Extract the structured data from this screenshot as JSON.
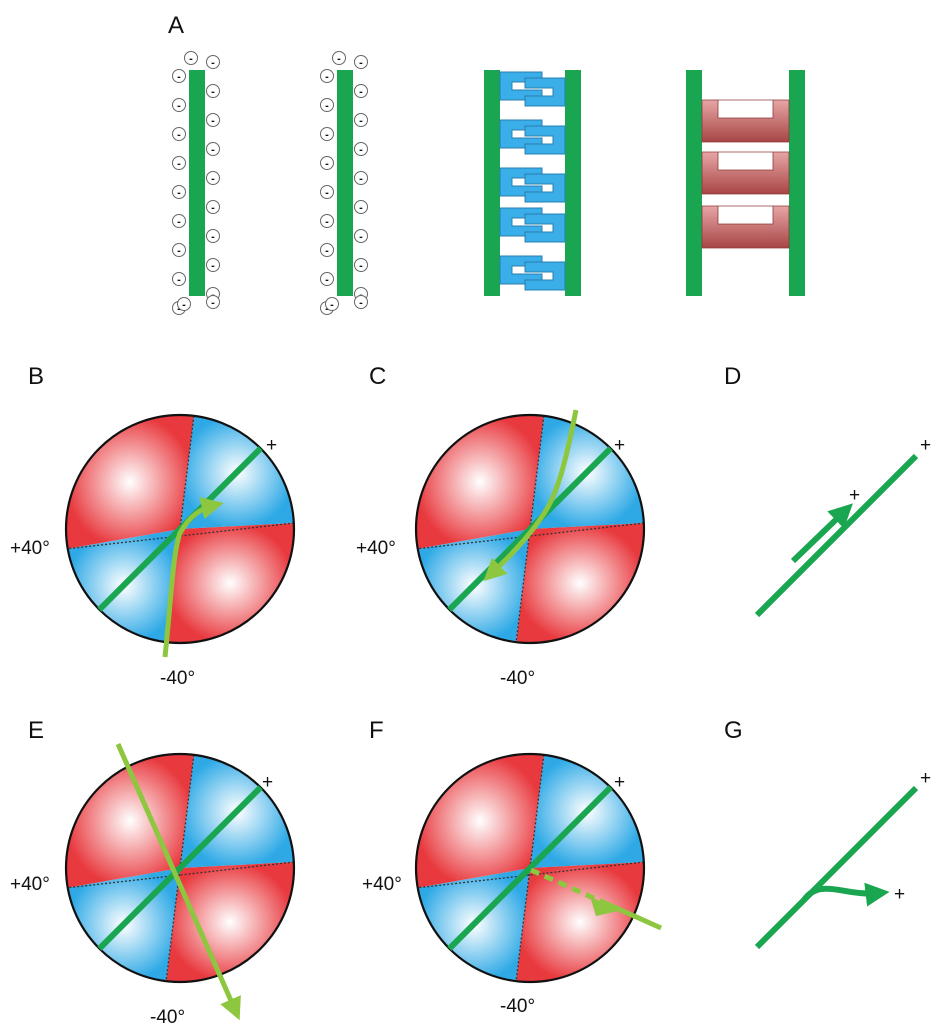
{
  "panels": {
    "A": {
      "letter": "A"
    },
    "B": {
      "letter": "B",
      "angle_left": "+40°",
      "angle_bottom": "-40°",
      "plus": "+"
    },
    "C": {
      "letter": "C",
      "angle_left": "+40°",
      "angle_bottom": "-40°",
      "plus": "+"
    },
    "D": {
      "letter": "D",
      "plus_line": "+",
      "plus_arrow": "+"
    },
    "E": {
      "letter": "E",
      "angle_left": "+40°",
      "angle_bottom": "-40°",
      "plus": "+"
    },
    "F": {
      "letter": "F",
      "angle_left": "+40°",
      "angle_bottom": "-40°",
      "plus": "+"
    },
    "G": {
      "letter": "G",
      "plus_line": "+",
      "plus_arrow": "+"
    }
  },
  "ion_sign": "-",
  "colors": {
    "fiber": "#1aa650",
    "arrow": "#8dc63f",
    "red": "#e8393e",
    "blue": "#2ea9e6",
    "linker_blue": "#3aaee8",
    "linker_red": "#b85656"
  }
}
